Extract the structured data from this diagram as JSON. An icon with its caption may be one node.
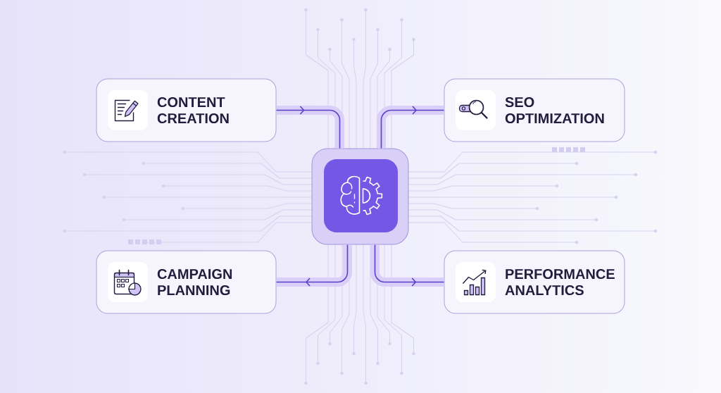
{
  "diagram": {
    "nodes": [
      {
        "text": [
          "CONTENT CREATION"
        ]
      },
      {
        "text": [
          "SEO OPTIMIZATION"
        ]
      },
      {
        "text": [],
        "shape": "box"
      },
      {
        "text": [
          "CAMPAIGN PLANNING"
        ]
      },
      {
        "text": [
          "PERFORMANCE ANALYTICS"
        ]
      }
    ],
    "edges": [
      {
        "from": 0,
        "to": 2,
        "arrow": "to"
      },
      {
        "from": 2,
        "to": 1,
        "arrow": "to"
      },
      {
        "from": 2,
        "to": 3,
        "arrow": "to"
      },
      {
        "from": 2,
        "to": 4,
        "arrow": "to"
      }
    ]
  }
}
